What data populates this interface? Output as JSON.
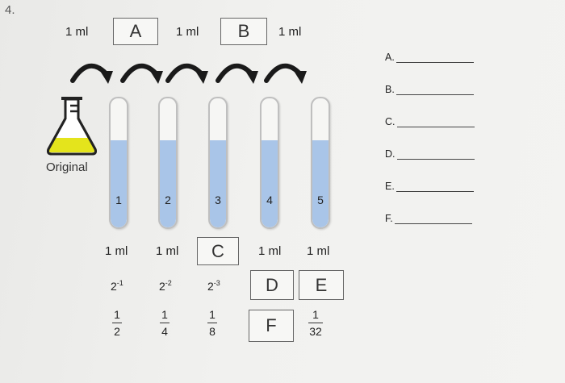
{
  "question_number": "4.",
  "top_volumes": [
    "1 ml",
    "1 ml",
    "1 ml"
  ],
  "boxes": {
    "A": "A",
    "B": "B",
    "C": "C",
    "D": "D",
    "E": "E",
    "F": "F"
  },
  "flask_label": "Original",
  "tubes": [
    "1",
    "2",
    "3",
    "4",
    "5"
  ],
  "bottom_volumes": [
    "1 ml",
    "1 ml",
    "1 ml",
    "1 ml"
  ],
  "exponents": [
    {
      "base": "2",
      "exp": "-1"
    },
    {
      "base": "2",
      "exp": "-2"
    },
    {
      "base": "2",
      "exp": "-3"
    }
  ],
  "fractions": [
    {
      "num": "1",
      "den": "2"
    },
    {
      "num": "1",
      "den": "4"
    },
    {
      "num": "1",
      "den": "8"
    },
    {
      "num": "1",
      "den": "32"
    }
  ],
  "answers": [
    "A.",
    "B.",
    "C.",
    "D.",
    "E.",
    "F."
  ],
  "colors": {
    "liquid": "#a9c5e8",
    "flask_fill": "#e4e41c",
    "arrow": "#1a1a1a"
  }
}
